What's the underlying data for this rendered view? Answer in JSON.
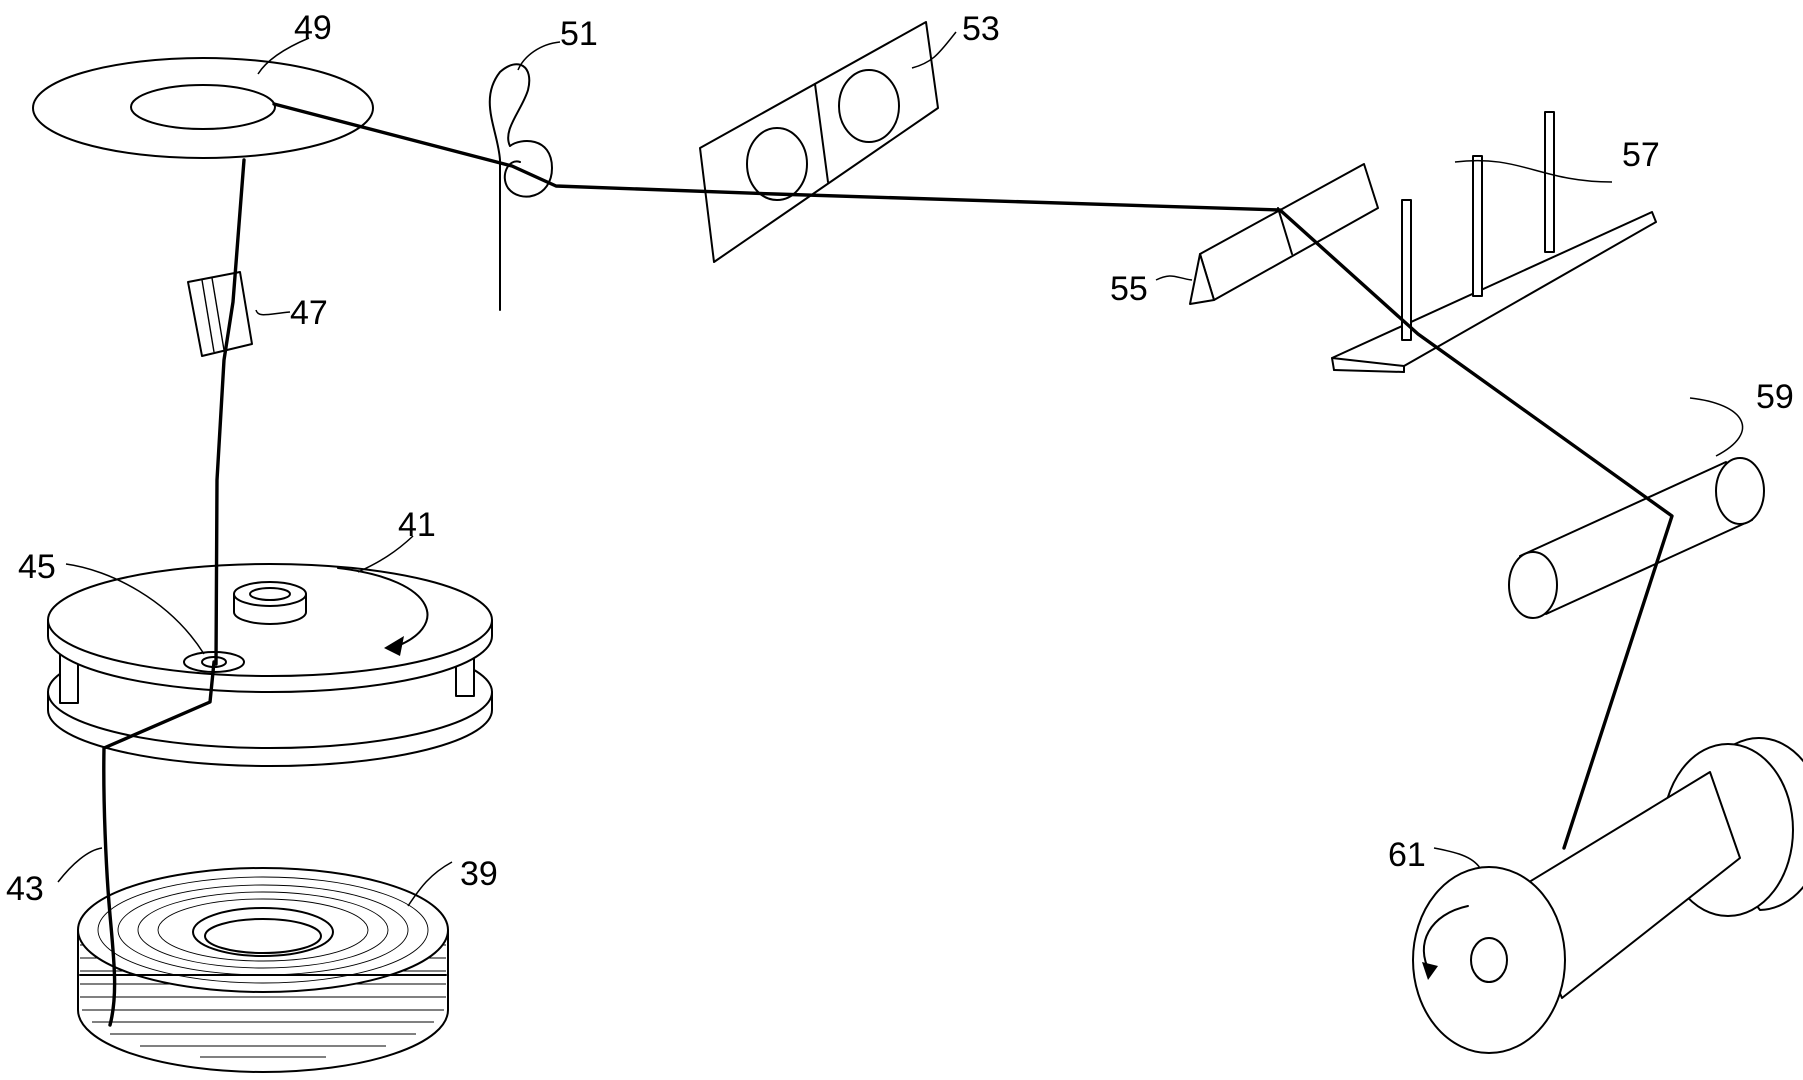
{
  "labels": {
    "ref_39": "39",
    "ref_41": "41",
    "ref_43": "43",
    "ref_45": "45",
    "ref_47": "47",
    "ref_49": "49",
    "ref_51": "51",
    "ref_53": "53",
    "ref_55": "55",
    "ref_57": "57",
    "ref_59": "59",
    "ref_61": "61"
  }
}
